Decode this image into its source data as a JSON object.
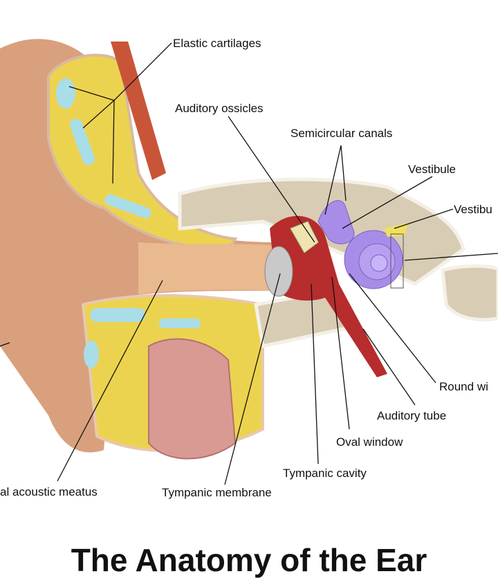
{
  "title": "The Anatomy of the Ear",
  "labels": {
    "elastic_cartilages": "Elastic cartilages",
    "auditory_ossicles": "Auditory ossicles",
    "semicircular_canals": "Semicircular canals",
    "vestibule": "Vestibule",
    "vestibular_nerve": "Vestibu",
    "round_window": "Round wi",
    "auditory_tube": "Auditory tube",
    "oval_window": "Oval window",
    "tympanic_cavity": "Tympanic cavity",
    "tympanic_membrane": "Tympanic membrane",
    "acoustic_meatus": "al acoustic meatus"
  }
}
